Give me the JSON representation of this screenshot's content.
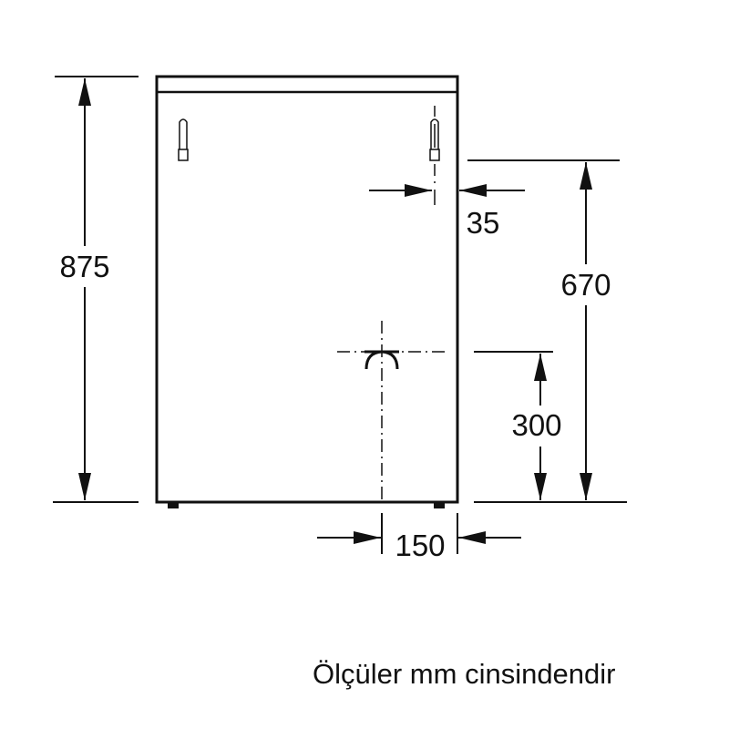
{
  "dimensions": {
    "total_height": "875",
    "water_connection_height": "670",
    "drain_height": "300",
    "water_connection_offset": "35",
    "drain_offset": "150"
  },
  "note": "Ölçüler mm cinsindendir",
  "colors": {
    "line": "#111111",
    "background": "#ffffff"
  }
}
